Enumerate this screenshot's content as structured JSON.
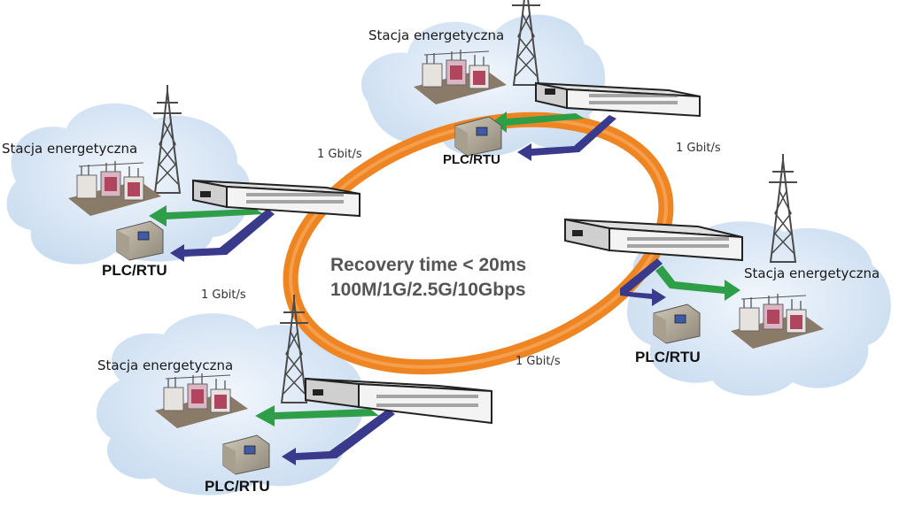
{
  "diagram": {
    "center_text": {
      "line1": "Recovery time < 20ms",
      "line2": "100M/1G/2.5G/10Gbps"
    },
    "links": [
      {
        "speed": "1 Gbit/s"
      },
      {
        "speed": "1 Gbit/s"
      },
      {
        "speed": "1 Gbit/s"
      },
      {
        "speed": "1 Gbit/s"
      }
    ],
    "stations": [
      {
        "label": "Stacja energetyczna",
        "device": "PLC/RTU"
      },
      {
        "label": "Stacja energetyczna",
        "device": "PLC/RTU"
      },
      {
        "label": "Stacja energetyczna",
        "device": "PLC/RTU"
      },
      {
        "label": "Stacja energetyczna",
        "device": "PLC/RTU"
      }
    ],
    "colors": {
      "ring": "#ef8422",
      "cloud": "#dbe8f5",
      "uplink_arrow": "#2f9e48",
      "downlink_arrow": "#3a3a8c",
      "switch_body": "#f2f2f2"
    }
  }
}
